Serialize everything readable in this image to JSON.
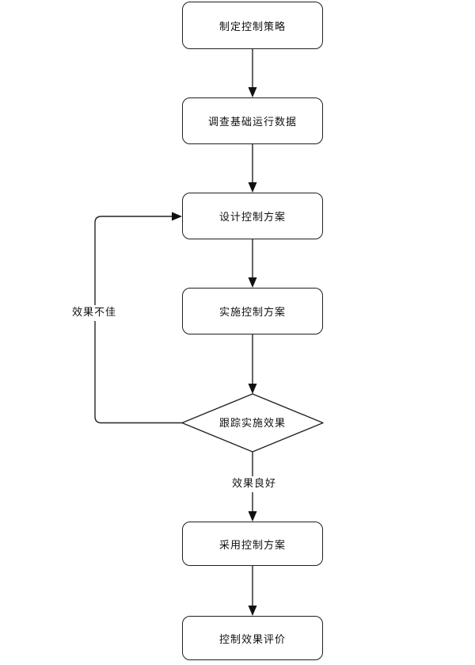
{
  "diagram": {
    "type": "flowchart",
    "direction": "top-down",
    "colors": {
      "node_fill": "#ffffff",
      "node_stroke": "#1f1f1f",
      "edge_stroke": "#242424",
      "text": "#111111",
      "background": "#ffffff"
    },
    "nodes": [
      {
        "id": "n1",
        "shape": "rounded-rect",
        "label": "制定控制策略"
      },
      {
        "id": "n2",
        "shape": "rounded-rect",
        "label": "调查基础运行数据"
      },
      {
        "id": "n3",
        "shape": "rounded-rect",
        "label": "设计控制方案"
      },
      {
        "id": "n4",
        "shape": "rounded-rect",
        "label": "实施控制方案"
      },
      {
        "id": "n5",
        "shape": "diamond",
        "label": "跟踪实施效果"
      },
      {
        "id": "n6",
        "shape": "rounded-rect",
        "label": "采用控制方案"
      },
      {
        "id": "n7",
        "shape": "rounded-rect",
        "label": "控制效果评价"
      }
    ],
    "edges": [
      {
        "from": "n1",
        "to": "n2",
        "label": ""
      },
      {
        "from": "n2",
        "to": "n3",
        "label": ""
      },
      {
        "from": "n3",
        "to": "n4",
        "label": ""
      },
      {
        "from": "n4",
        "to": "n5",
        "label": ""
      },
      {
        "from": "n5",
        "to": "n6",
        "label": "效果良好"
      },
      {
        "from": "n6",
        "to": "n7",
        "label": ""
      },
      {
        "from": "n5",
        "to": "n3",
        "label": "效果不佳"
      }
    ]
  }
}
